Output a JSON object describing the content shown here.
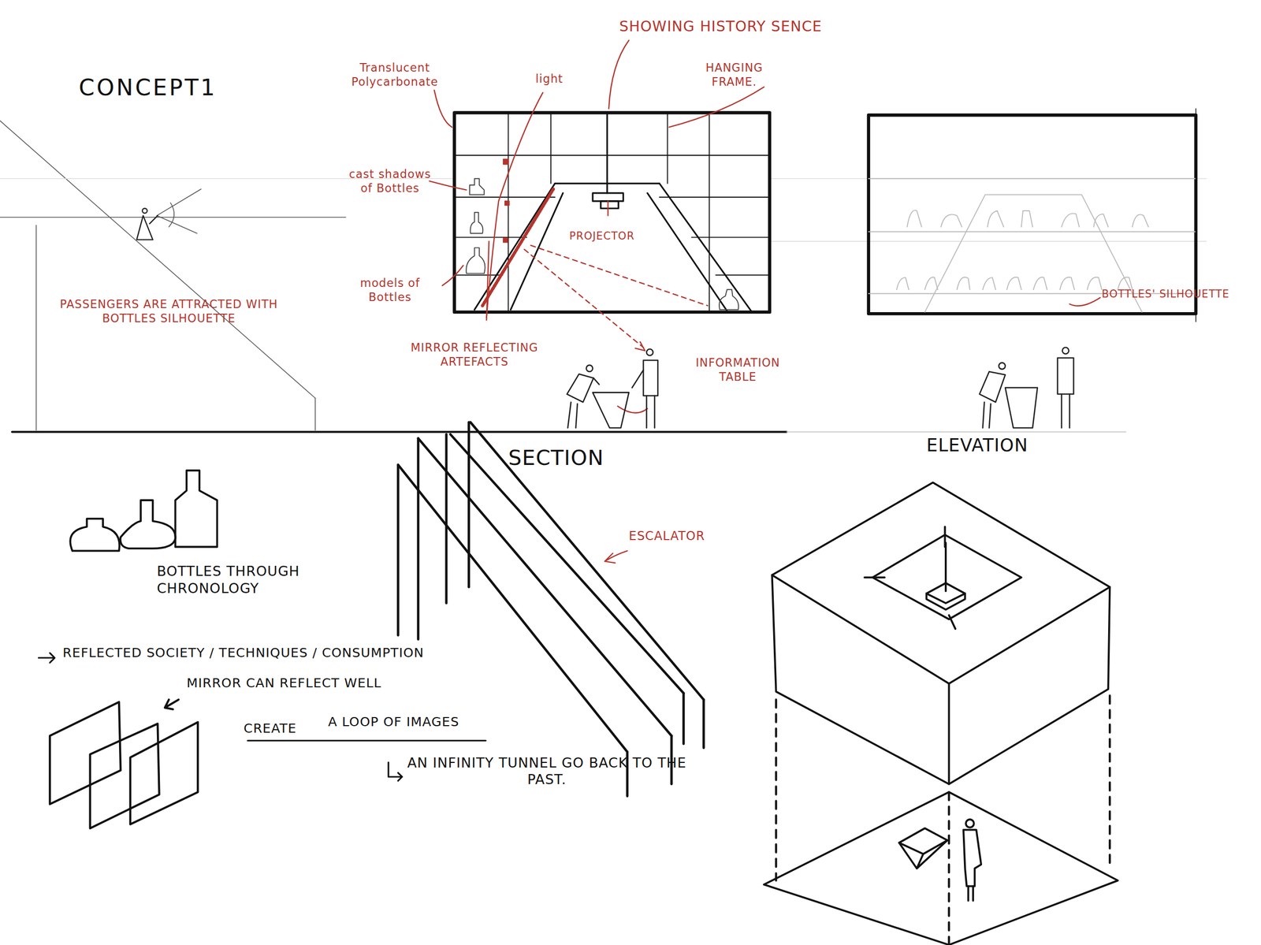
{
  "diagram": {
    "title": "CONCEPT1",
    "labels": [
      "SHOWING HISTORY SENCE",
      "Translucent Polycarbonate",
      "light",
      "HANGING FRAME.",
      "cast shadows of Bottles",
      "PROJECTOR",
      "models of Bottles",
      "PASSENGERS ARE ATTRACTED WITH BOTTLES SILHOUETTE",
      "MIRROR REFLECTING ARTEFACTS",
      "INFORMATION TABLE",
      "BOTTLES' SILHOUETTE",
      "SECTION",
      "ELEVATION",
      "ESCALATOR",
      "BOTTLES THROUGH CHRONOLOGY",
      "REFLECTED SOCIETY / TECHNIQUES / CONSUMPTION",
      "MIRROR CAN REFLECT WELL",
      "CREATE",
      "A LOOP OF IMAGES",
      "AN INFINITY TUNNEL GO BACK TO THE PAST."
    ]
  }
}
